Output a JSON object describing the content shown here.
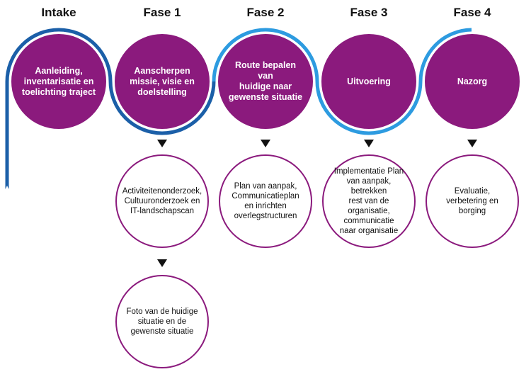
{
  "colors": {
    "circle_fill": "#8b1a7d",
    "ribbon_dark": "#1b5fa8",
    "ribbon_light": "#2d9be0"
  },
  "phases": [
    {
      "title": "Intake",
      "label": "Aanleiding,\ninventarisatie en\ntoelichting traject"
    },
    {
      "title": "Fase 1",
      "label": "Aanscherpen\nmissie, visie en\ndoelstelling"
    },
    {
      "title": "Fase 2",
      "label": "Route bepalen van\nhuidige naar\ngewenste situatie"
    },
    {
      "title": "Fase 3",
      "label": "Uitvoering"
    },
    {
      "title": "Fase 4",
      "label": "Nazorg"
    }
  ],
  "steps": [
    {
      "label": "Activiteitenonderzoek,\nCultuuronderzoek en\nIT-landschapscan"
    },
    {
      "label": "Plan van aanpak,\nCommunicatieplan\nen inrichten\noverlegstructuren"
    },
    {
      "label": "Implementatie Plan\nvan aanpak, betrekken\nrest van de organisatie,\ncommunicatie\nnaar organisatie"
    },
    {
      "label": "Evaluatie,\nverbetering en\nborging"
    },
    {
      "label": "Foto van de huidige\nsituatie en de\ngewenste situatie"
    }
  ]
}
